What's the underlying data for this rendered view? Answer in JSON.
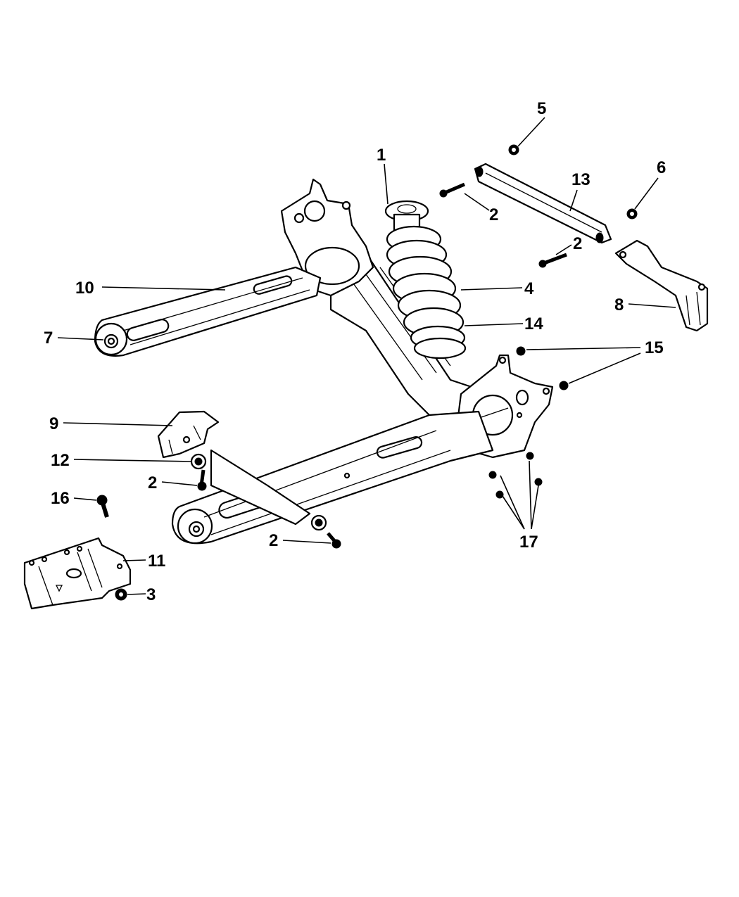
{
  "diagram": {
    "title": "Rear Suspension Exploded View",
    "callouts": [
      {
        "id": "c1",
        "label": "1"
      },
      {
        "id": "c2a",
        "label": "2"
      },
      {
        "id": "c2b",
        "label": "2"
      },
      {
        "id": "c2c",
        "label": "2"
      },
      {
        "id": "c2d",
        "label": "2"
      },
      {
        "id": "c3",
        "label": "3"
      },
      {
        "id": "c4",
        "label": "4"
      },
      {
        "id": "c5",
        "label": "5"
      },
      {
        "id": "c6",
        "label": "6"
      },
      {
        "id": "c7",
        "label": "7"
      },
      {
        "id": "c8",
        "label": "8"
      },
      {
        "id": "c9",
        "label": "9"
      },
      {
        "id": "c10",
        "label": "10"
      },
      {
        "id": "c11",
        "label": "11"
      },
      {
        "id": "c12",
        "label": "12"
      },
      {
        "id": "c13",
        "label": "13"
      },
      {
        "id": "c14",
        "label": "14"
      },
      {
        "id": "c15",
        "label": "15"
      },
      {
        "id": "c16",
        "label": "16"
      },
      {
        "id": "c17",
        "label": "17"
      }
    ],
    "colors": {
      "line": "#000000",
      "background": "#ffffff"
    }
  }
}
